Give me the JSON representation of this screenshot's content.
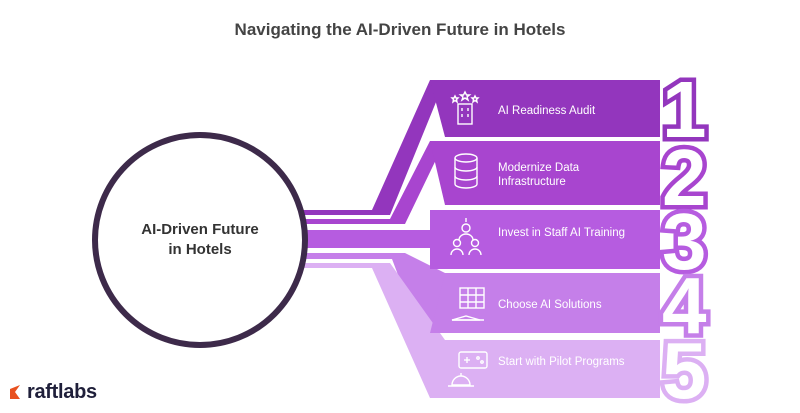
{
  "title": "Navigating the AI-Driven Future in Hotels",
  "center": {
    "line1": "AI-Driven Future",
    "line2": "in Hotels"
  },
  "steps": [
    {
      "number": "1",
      "label": "AI Readiness Audit",
      "icon": "hotel-stars-icon",
      "color": "#9336bd"
    },
    {
      "number": "2",
      "label": "Modernize Data Infrastructure",
      "icon": "database-icon",
      "color": "#a845cf"
    },
    {
      "number": "3",
      "label": "Invest in Staff AI Training",
      "icon": "training-people-icon",
      "color": "#b65ce0"
    },
    {
      "number": "4",
      "label": "Choose AI Solutions",
      "icon": "hotel-building-icon",
      "color": "#c57fe9"
    },
    {
      "number": "5",
      "label": "Start with Pilot Programs",
      "icon": "pilot-program-icon",
      "color": "#dcb0f3"
    }
  ],
  "brand": {
    "name": "raftlabs",
    "color": "#e8501f"
  }
}
